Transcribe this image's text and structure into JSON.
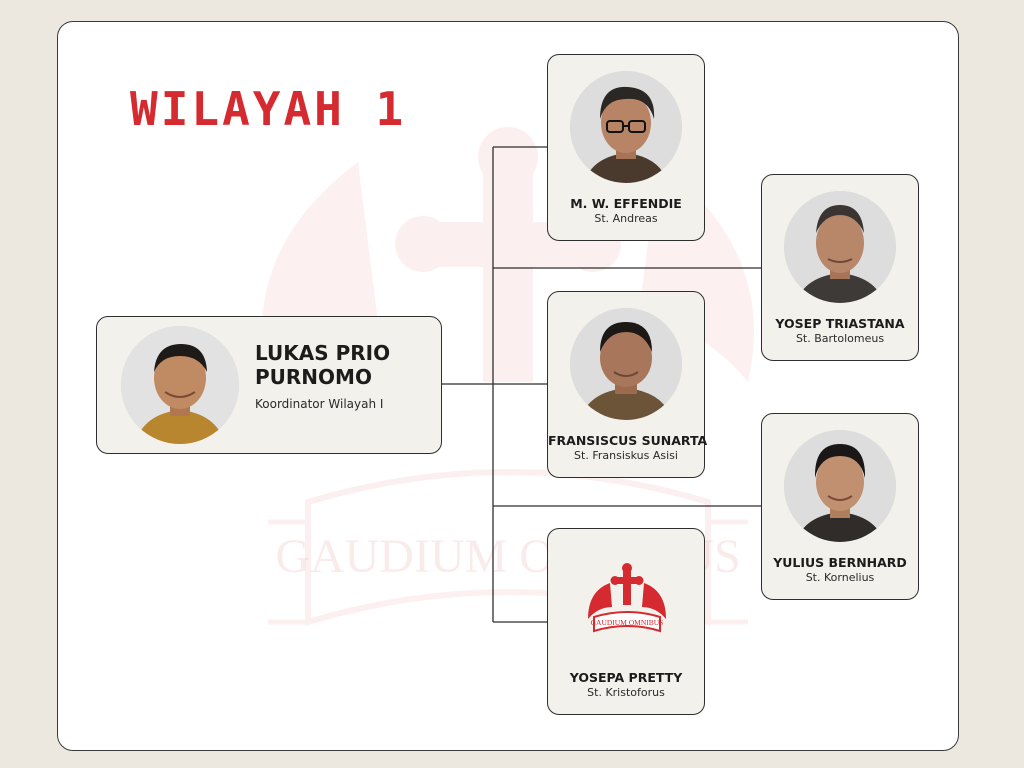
{
  "title": "WILAYAH 1",
  "watermark_text": "GAUDIUM OMNIBUS",
  "logo_text": "GAUDIUM OMNIBUS",
  "coordinator": {
    "name_line1": "LUKAS PRIO",
    "name_line2": "PURNOMO",
    "role": "Koordinator Wilayah I"
  },
  "members": [
    {
      "name": "M. W. EFFENDIE",
      "parish": "St. Andreas"
    },
    {
      "name": "YOSEP TRIASTANA",
      "parish": "St. Bartolomeus"
    },
    {
      "name": "FRANSISCUS SUNARTA",
      "parish": "St. Fransiskus Asisi"
    },
    {
      "name": "YULIUS BERNHARD",
      "parish": "St. Kornelius"
    },
    {
      "name": "YOSEPA PRETTY",
      "parish": "St. Kristoforus"
    }
  ],
  "colors": {
    "accent_red": "#d42a30",
    "card_bg": "#f3f1eb",
    "page_bg": "#ece8df"
  }
}
